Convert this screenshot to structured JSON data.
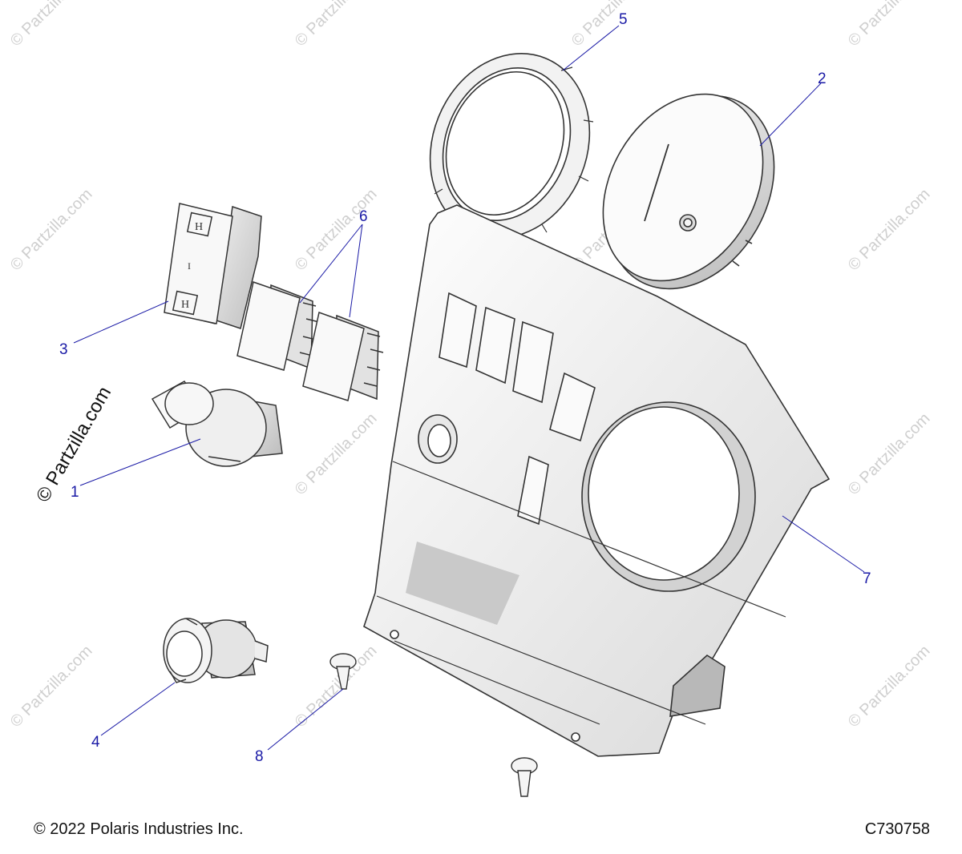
{
  "watermark": {
    "text": "© Partzilla.com",
    "main_text": "© Partzilla.com"
  },
  "callouts": {
    "c1": "1",
    "c2": "2",
    "c3": "3",
    "c4": "4",
    "c5": "5",
    "c6": "6",
    "c7": "7",
    "c8": "8"
  },
  "footer": {
    "copyright": "© 2022 Polaris Industries Inc.",
    "drawing_number": "C730758"
  },
  "colors": {
    "callout": "#1a1aa6",
    "line_art": "#333333",
    "watermark": "#cfcfcf"
  }
}
